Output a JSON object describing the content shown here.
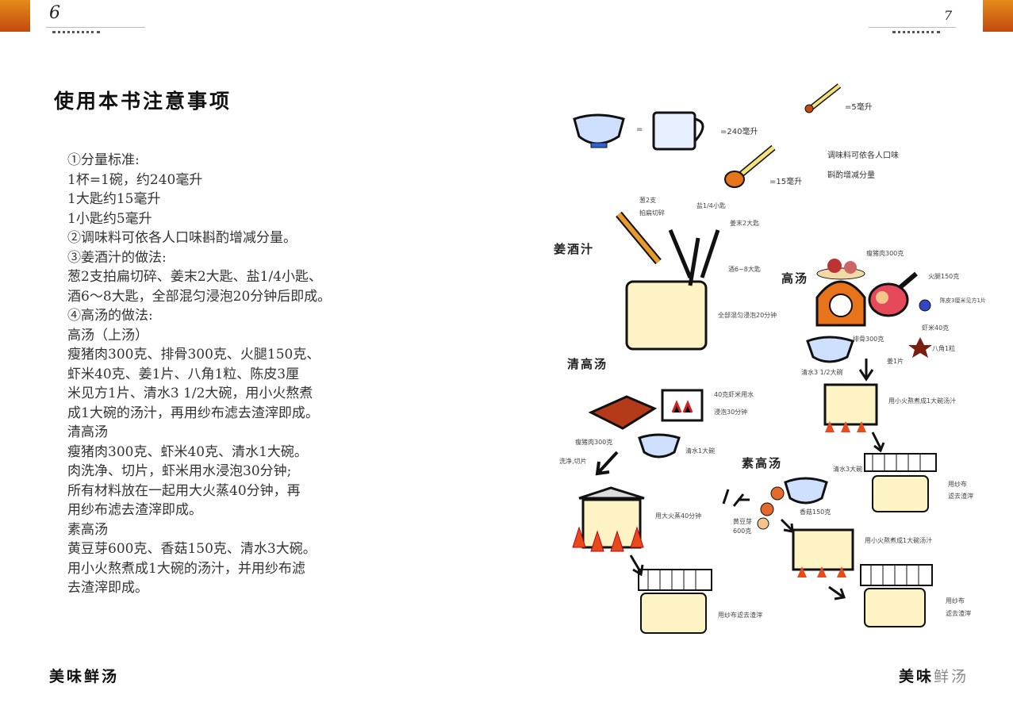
{
  "header": {
    "left_page_number": "6",
    "right_page_number": "7"
  },
  "left_page": {
    "title": "使用本书注意事项",
    "lines": [
      "①分量标准:",
      "1杯=1碗，约240毫升",
      "1大匙约15毫升",
      "1小匙约5毫升",
      "②调味料可依各人口味斟酌增减分量。",
      "③姜酒汁的做法:",
      "葱2支拍扁切碎、姜末2大匙、盐1/4小匙、",
      "酒6～8大匙，全部混匀浸泡20分钟后即成。",
      "④高汤的做法:",
      "高汤（上汤）",
      "瘦猪肉300克、排骨300克、火腿150克、",
      "虾米40克、姜1片、八角1粒、陈皮3厘",
      "米见方1片、清水3 1/2大碗，用小火熬煮",
      "成1大碗的汤汁，再用纱布滤去渣滓即成。",
      "清高汤",
      "瘦猪肉300克、虾米40克、清水1大碗。",
      "肉洗净、切片，虾米用水浸泡30分钟;",
      "所有材料放在一起用大火蒸40分钟，再",
      "用纱布滤去渣滓即成。",
      "素高汤",
      "黄豆芽600克、香菇150克、清水3大碗。",
      "用小火熬煮成1大碗的汤汁，并用纱布滤",
      "去渣滓即成。"
    ],
    "footer": "美味鲜汤"
  },
  "right_page": {
    "measures": {
      "bowl_cup": "=240毫升",
      "tsp": "=5毫升",
      "tbsp": "=15毫升",
      "eq": "=",
      "note1": "调味料可依各人口味",
      "note2": "斟酌增减分量"
    },
    "sections": {
      "ginger_wine": "姜酒汁",
      "stock": "高汤",
      "clear_stock": "清高汤",
      "veg_stock": "素高汤"
    },
    "labels": {
      "scallion": "葱2支",
      "scallion2": "拍扁切碎",
      "salt": "盐1/4小匙",
      "ginger": "姜末2大匙",
      "wine": "酒6~8大匙",
      "soak": "全部混匀浸泡20分钟",
      "pork": "瘦猪肉300克",
      "ham": "火腿150克",
      "peel": "陈皮3厘米见方1片",
      "shrimp": "虾米40克",
      "ribs": "排骨300克",
      "ginger_slice": "姜1片",
      "anise": "八角1粒",
      "water35": "清水3 1/2大碗",
      "simmer": "用小火熬煮成1大碗汤汁",
      "cp_shrimp": "40克虾米用水",
      "cp_soak": "浸泡30分钟",
      "cp_pork": "瘦猪肉300克",
      "cp_wash": "洗净,切片",
      "cp_water": "清水1大碗",
      "cp_steam": "用大火蒸40分钟",
      "cp_filter": "用纱布滤去渣滓",
      "v_water": "清水3大碗",
      "v_mush": "香菇150克",
      "v_sprout": "黄豆芽",
      "v_sprout2": "600克",
      "v_simmer": "用小火熬煮成1大碗汤汁",
      "strain": "用纱布",
      "strain2": "滤去渣滓",
      "strain3": "用纱布",
      "strain4": "滤去渣滓"
    },
    "footer_a": "美味",
    "footer_b": "鲜汤"
  },
  "colors": {
    "accent_orange": "#d9661a",
    "bowl_blue": "#2f62d6",
    "flame": "#e84a1a"
  }
}
